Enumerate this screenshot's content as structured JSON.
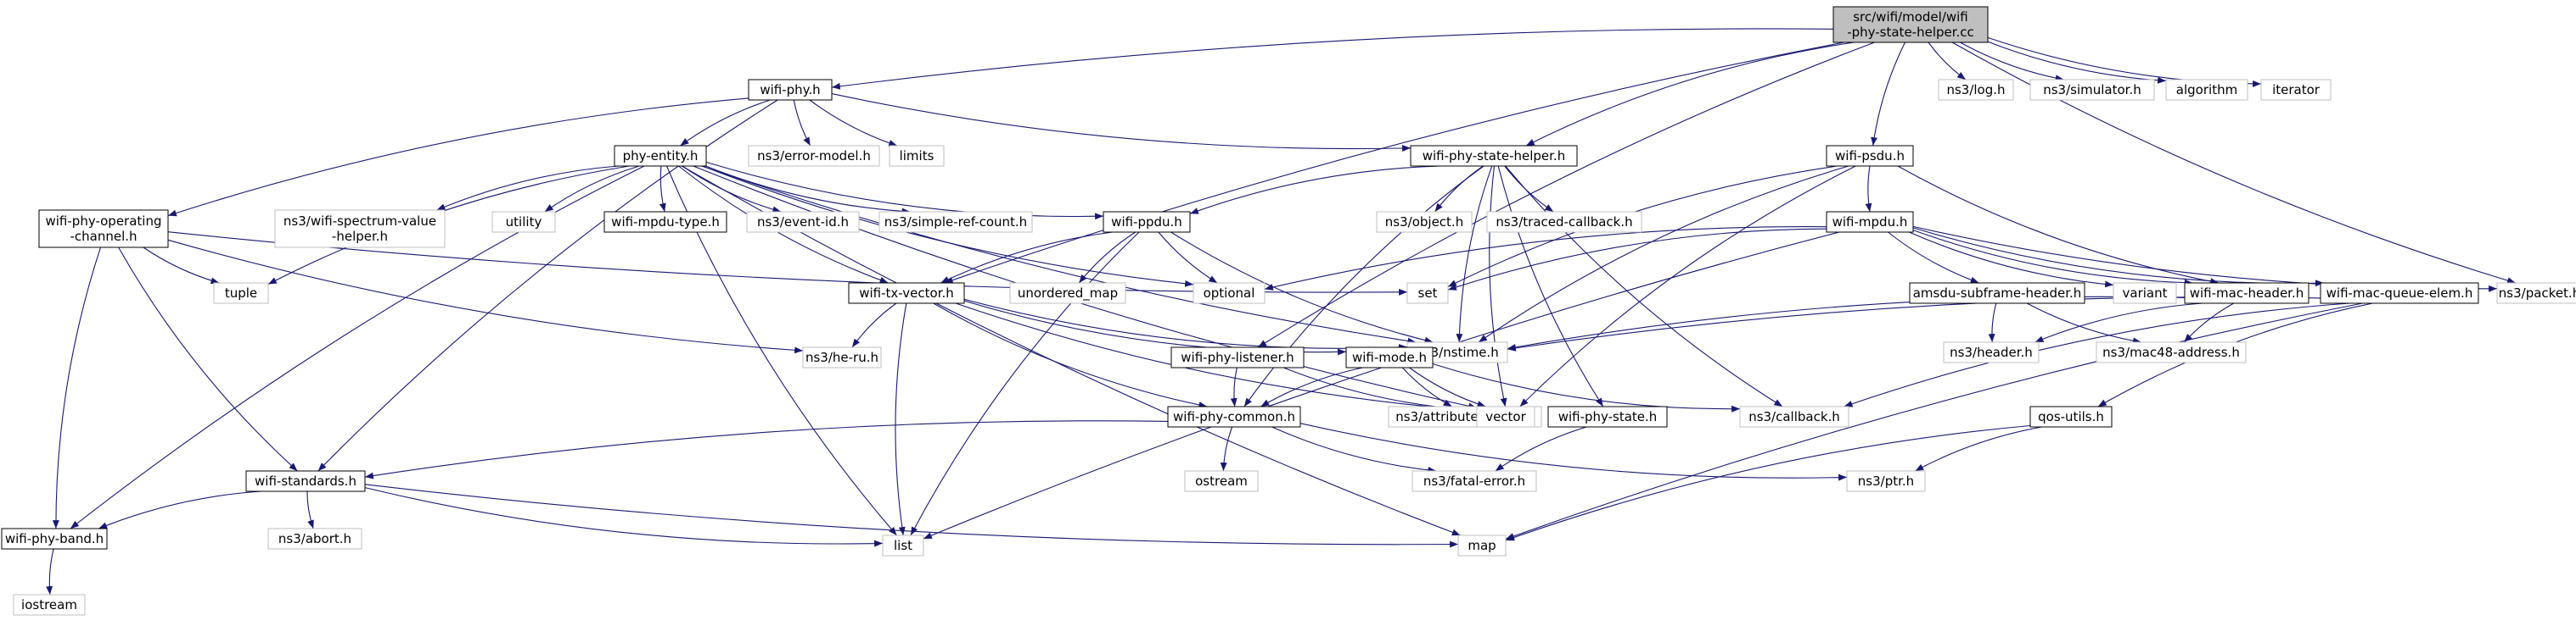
{
  "graph": {
    "colors": {
      "root_fill": "#bfbfbf",
      "node_fill": "#ffffff",
      "border": "#000000",
      "external_border": "#bfbfbf",
      "edge": "#191970"
    },
    "nodes": [
      {
        "id": "root",
        "lines": [
          "src/wifi/model/wifi",
          "-phy-state-helper.cc"
        ],
        "kind": "root"
      },
      {
        "id": "wifi_phy_h",
        "lines": [
          "wifi-phy.h"
        ],
        "kind": "local"
      },
      {
        "id": "log_h",
        "lines": [
          "ns3/log.h"
        ],
        "kind": "external"
      },
      {
        "id": "simulator_h",
        "lines": [
          "ns3/simulator.h"
        ],
        "kind": "external"
      },
      {
        "id": "algorithm",
        "lines": [
          "algorithm"
        ],
        "kind": "external"
      },
      {
        "id": "iterator",
        "lines": [
          "iterator"
        ],
        "kind": "external"
      },
      {
        "id": "phy_entity_h",
        "lines": [
          "phy-entity.h"
        ],
        "kind": "local"
      },
      {
        "id": "error_model_h",
        "lines": [
          "ns3/error-model.h"
        ],
        "kind": "external"
      },
      {
        "id": "limits",
        "lines": [
          "limits"
        ],
        "kind": "external"
      },
      {
        "id": "wifi_phy_state_helper_h",
        "lines": [
          "wifi-phy-state-helper.h"
        ],
        "kind": "local"
      },
      {
        "id": "wifi_psdu_h",
        "lines": [
          "wifi-psdu.h"
        ],
        "kind": "local"
      },
      {
        "id": "wifi_phy_operating_channel_h",
        "lines": [
          "wifi-phy-operating",
          "-channel.h"
        ],
        "kind": "local"
      },
      {
        "id": "wifi_spectrum_value_helper_h",
        "lines": [
          "ns3/wifi-spectrum-value",
          "-helper.h"
        ],
        "kind": "external"
      },
      {
        "id": "utility",
        "lines": [
          "utility"
        ],
        "kind": "external"
      },
      {
        "id": "wifi_mpdu_type_h",
        "lines": [
          "wifi-mpdu-type.h"
        ],
        "kind": "local"
      },
      {
        "id": "event_id_h",
        "lines": [
          "ns3/event-id.h"
        ],
        "kind": "external"
      },
      {
        "id": "simple_ref_count_h",
        "lines": [
          "ns3/simple-ref-count.h"
        ],
        "kind": "external"
      },
      {
        "id": "wifi_ppdu_h",
        "lines": [
          "wifi-ppdu.h"
        ],
        "kind": "local"
      },
      {
        "id": "object_h",
        "lines": [
          "ns3/object.h"
        ],
        "kind": "external"
      },
      {
        "id": "traced_callback_h",
        "lines": [
          "ns3/traced-callback.h"
        ],
        "kind": "external"
      },
      {
        "id": "wifi_mpdu_h",
        "lines": [
          "wifi-mpdu.h"
        ],
        "kind": "local"
      },
      {
        "id": "tuple",
        "lines": [
          "tuple"
        ],
        "kind": "external"
      },
      {
        "id": "unordered_map",
        "lines": [
          "unordered_map"
        ],
        "kind": "external"
      },
      {
        "id": "optional",
        "lines": [
          "optional"
        ],
        "kind": "external"
      },
      {
        "id": "set",
        "lines": [
          "set"
        ],
        "kind": "external"
      },
      {
        "id": "amsdu_subframe_header_h",
        "lines": [
          "amsdu-subframe-header.h"
        ],
        "kind": "local"
      },
      {
        "id": "variant",
        "lines": [
          "variant"
        ],
        "kind": "external"
      },
      {
        "id": "wifi_mac_header_h",
        "lines": [
          "wifi-mac-header.h"
        ],
        "kind": "local"
      },
      {
        "id": "wifi_mac_queue_elem_h",
        "lines": [
          "wifi-mac-queue-elem.h"
        ],
        "kind": "local"
      },
      {
        "id": "packet_h",
        "lines": [
          "ns3/packet.h"
        ],
        "kind": "external"
      },
      {
        "id": "wifi_tx_vector_h",
        "lines": [
          "wifi-tx-vector.h"
        ],
        "kind": "local"
      },
      {
        "id": "nstime_h",
        "lines": [
          "ns3/nstime.h"
        ],
        "kind": "external"
      },
      {
        "id": "he_ru_h",
        "lines": [
          "ns3/he-ru.h"
        ],
        "kind": "external"
      },
      {
        "id": "wifi_phy_listener_h",
        "lines": [
          "wifi-phy-listener.h"
        ],
        "kind": "local"
      },
      {
        "id": "wifi_mode_h",
        "lines": [
          "wifi-mode.h"
        ],
        "kind": "local"
      },
      {
        "id": "header_h",
        "lines": [
          "ns3/header.h"
        ],
        "kind": "external"
      },
      {
        "id": "mac48_address_h",
        "lines": [
          "ns3/mac48-address.h"
        ],
        "kind": "external"
      },
      {
        "id": "attribute_helper_h",
        "lines": [
          "ns3/attribute-helper.h"
        ],
        "kind": "external"
      },
      {
        "id": "vector",
        "lines": [
          "vector"
        ],
        "kind": "external"
      },
      {
        "id": "callback_h",
        "lines": [
          "ns3/callback.h"
        ],
        "kind": "external"
      },
      {
        "id": "wifi_phy_state_h",
        "lines": [
          "wifi-phy-state.h"
        ],
        "kind": "local"
      },
      {
        "id": "qos_utils_h",
        "lines": [
          "qos-utils.h"
        ],
        "kind": "local"
      },
      {
        "id": "wifi_phy_common_h",
        "lines": [
          "wifi-phy-common.h"
        ],
        "kind": "local"
      },
      {
        "id": "ostream",
        "lines": [
          "ostream"
        ],
        "kind": "external"
      },
      {
        "id": "fatal_error_h",
        "lines": [
          "ns3/fatal-error.h"
        ],
        "kind": "external"
      },
      {
        "id": "ptr_h",
        "lines": [
          "ns3/ptr.h"
        ],
        "kind": "external"
      },
      {
        "id": "wifi_standards_h",
        "lines": [
          "wifi-standards.h"
        ],
        "kind": "local"
      },
      {
        "id": "abort_h",
        "lines": [
          "ns3/abort.h"
        ],
        "kind": "external"
      },
      {
        "id": "list",
        "lines": [
          "list"
        ],
        "kind": "external"
      },
      {
        "id": "map",
        "lines": [
          "map"
        ],
        "kind": "external"
      },
      {
        "id": "wifi_phy_band_h",
        "lines": [
          "wifi-phy-band.h"
        ],
        "kind": "local"
      },
      {
        "id": "iostream",
        "lines": [
          "iostream"
        ],
        "kind": "external"
      }
    ],
    "edges": [
      [
        "root",
        "wifi_phy_h"
      ],
      [
        "root",
        "log_h"
      ],
      [
        "root",
        "simulator_h"
      ],
      [
        "root",
        "algorithm"
      ],
      [
        "root",
        "iterator"
      ],
      [
        "root",
        "wifi_phy_state_helper_h"
      ],
      [
        "root",
        "wifi_psdu_h"
      ],
      [
        "root",
        "packet_h"
      ],
      [
        "root",
        "wifi_tx_vector_h"
      ],
      [
        "root",
        "wifi_phy_listener_h"
      ],
      [
        "wifi_phy_h",
        "phy_entity_h"
      ],
      [
        "wifi_phy_h",
        "error_model_h"
      ],
      [
        "wifi_phy_h",
        "limits"
      ],
      [
        "wifi_phy_h",
        "wifi_phy_state_helper_h"
      ],
      [
        "wifi_phy_h",
        "wifi_phy_operating_channel_h"
      ],
      [
        "wifi_phy_h",
        "wifi_standards_h"
      ],
      [
        "phy_entity_h",
        "wifi_spectrum_value_helper_h"
      ],
      [
        "phy_entity_h",
        "utility"
      ],
      [
        "phy_entity_h",
        "wifi_mpdu_type_h"
      ],
      [
        "phy_entity_h",
        "event_id_h"
      ],
      [
        "phy_entity_h",
        "simple_ref_count_h"
      ],
      [
        "phy_entity_h",
        "wifi_ppdu_h"
      ],
      [
        "phy_entity_h",
        "optional"
      ],
      [
        "phy_entity_h",
        "tuple"
      ],
      [
        "phy_entity_h",
        "wifi_tx_vector_h"
      ],
      [
        "phy_entity_h",
        "list"
      ],
      [
        "phy_entity_h",
        "map"
      ],
      [
        "phy_entity_h",
        "wifi_phy_band_h"
      ],
      [
        "phy_entity_h",
        "nstime_h"
      ],
      [
        "phy_entity_h",
        "vector"
      ],
      [
        "wifi_phy_state_helper_h",
        "wifi_ppdu_h"
      ],
      [
        "wifi_phy_state_helper_h",
        "object_h"
      ],
      [
        "wifi_phy_state_helper_h",
        "traced_callback_h"
      ],
      [
        "wifi_phy_state_helper_h",
        "nstime_h"
      ],
      [
        "wifi_phy_state_helper_h",
        "callback_h"
      ],
      [
        "wifi_phy_state_helper_h",
        "wifi_phy_state_h"
      ],
      [
        "wifi_phy_state_helper_h",
        "vector"
      ],
      [
        "wifi_phy_state_helper_h",
        "wifi_phy_common_h"
      ],
      [
        "wifi_psdu_h",
        "wifi_mpdu_h"
      ],
      [
        "wifi_psdu_h",
        "set"
      ],
      [
        "wifi_psdu_h",
        "nstime_h"
      ],
      [
        "wifi_psdu_h",
        "vector"
      ],
      [
        "wifi_psdu_h",
        "wifi_mac_header_h"
      ],
      [
        "wifi_phy_operating_channel_h",
        "tuple"
      ],
      [
        "wifi_phy_operating_channel_h",
        "set"
      ],
      [
        "wifi_phy_operating_channel_h",
        "he_ru_h"
      ],
      [
        "wifi_phy_operating_channel_h",
        "wifi_standards_h"
      ],
      [
        "wifi_phy_operating_channel_h",
        "wifi_phy_band_h"
      ],
      [
        "wifi_ppdu_h",
        "unordered_map"
      ],
      [
        "wifi_ppdu_h",
        "optional"
      ],
      [
        "wifi_ppdu_h",
        "wifi_tx_vector_h"
      ],
      [
        "wifi_ppdu_h",
        "nstime_h"
      ],
      [
        "wifi_ppdu_h",
        "list"
      ],
      [
        "wifi_mpdu_h",
        "optional"
      ],
      [
        "wifi_mpdu_h",
        "set"
      ],
      [
        "wifi_mpdu_h",
        "amsdu_subframe_header_h"
      ],
      [
        "wifi_mpdu_h",
        "variant"
      ],
      [
        "wifi_mpdu_h",
        "wifi_mac_header_h"
      ],
      [
        "wifi_mpdu_h",
        "wifi_mac_queue_elem_h"
      ],
      [
        "wifi_mpdu_h",
        "packet_h"
      ],
      [
        "wifi_mpdu_h",
        "list"
      ],
      [
        "amsdu_subframe_header_h",
        "header_h"
      ],
      [
        "amsdu_subframe_header_h",
        "mac48_address_h"
      ],
      [
        "wifi_mac_header_h",
        "header_h"
      ],
      [
        "wifi_mac_header_h",
        "mac48_address_h"
      ],
      [
        "wifi_mac_header_h",
        "nstime_h"
      ],
      [
        "wifi_mac_queue_elem_h",
        "nstime_h"
      ],
      [
        "wifi_mac_queue_elem_h",
        "callback_h"
      ],
      [
        "wifi_mac_queue_elem_h",
        "qos_utils_h"
      ],
      [
        "wifi_mac_queue_elem_h",
        "map"
      ],
      [
        "wifi_tx_vector_h",
        "he_ru_h"
      ],
      [
        "wifi_tx_vector_h",
        "wifi_mode_h"
      ],
      [
        "wifi_tx_vector_h",
        "list"
      ],
      [
        "wifi_tx_vector_h",
        "nstime_h"
      ],
      [
        "wifi_tx_vector_h",
        "wifi_phy_common_h"
      ],
      [
        "wifi_tx_vector_h",
        "vector"
      ],
      [
        "wifi_phy_listener_h",
        "wifi_phy_common_h"
      ],
      [
        "wifi_phy_listener_h",
        "vector"
      ],
      [
        "wifi_mode_h",
        "attribute_helper_h"
      ],
      [
        "wifi_mode_h",
        "callback_h"
      ],
      [
        "wifi_mode_h",
        "vector"
      ],
      [
        "wifi_mode_h",
        "wifi_phy_common_h"
      ],
      [
        "wifi_phy_state_h",
        "fatal_error_h"
      ],
      [
        "qos_utils_h",
        "ptr_h"
      ],
      [
        "qos_utils_h",
        "map"
      ],
      [
        "wifi_phy_common_h",
        "ostream"
      ],
      [
        "wifi_phy_common_h",
        "fatal_error_h"
      ],
      [
        "wifi_phy_common_h",
        "ptr_h"
      ],
      [
        "wifi_phy_common_h",
        "wifi_standards_h"
      ],
      [
        "wifi_standards_h",
        "abort_h"
      ],
      [
        "wifi_standards_h",
        "list"
      ],
      [
        "wifi_standards_h",
        "map"
      ],
      [
        "wifi_standards_h",
        "wifi_phy_band_h"
      ],
      [
        "wifi_phy_band_h",
        "iostream"
      ]
    ]
  }
}
